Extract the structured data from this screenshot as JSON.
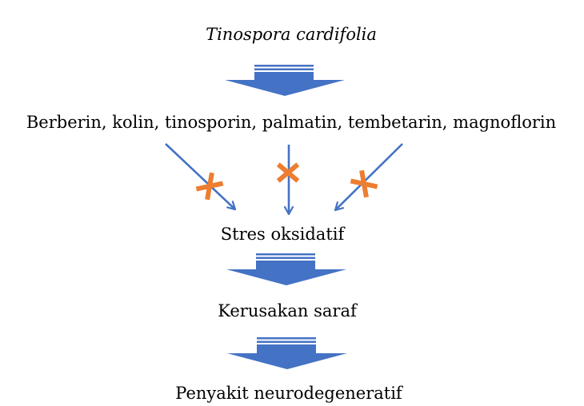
{
  "diagram": {
    "nodes": {
      "source": "Tinospora cardifolia",
      "compounds": "Berberin, kolin, tinosporin, palmatin, tembetarin, magnoflorin",
      "oxidative_stress": "Stres oksidatif",
      "nerve_damage": "Kerusakan saraf",
      "disease": "Penyakit neurodegeneratif"
    },
    "colors": {
      "arrow": "#4472C4",
      "inhibition_mark": "#ED7D31",
      "text": "#000000"
    },
    "icons": {
      "flow_arrow": "block-down-arrow",
      "inhibition_mark": "x-cross"
    }
  }
}
